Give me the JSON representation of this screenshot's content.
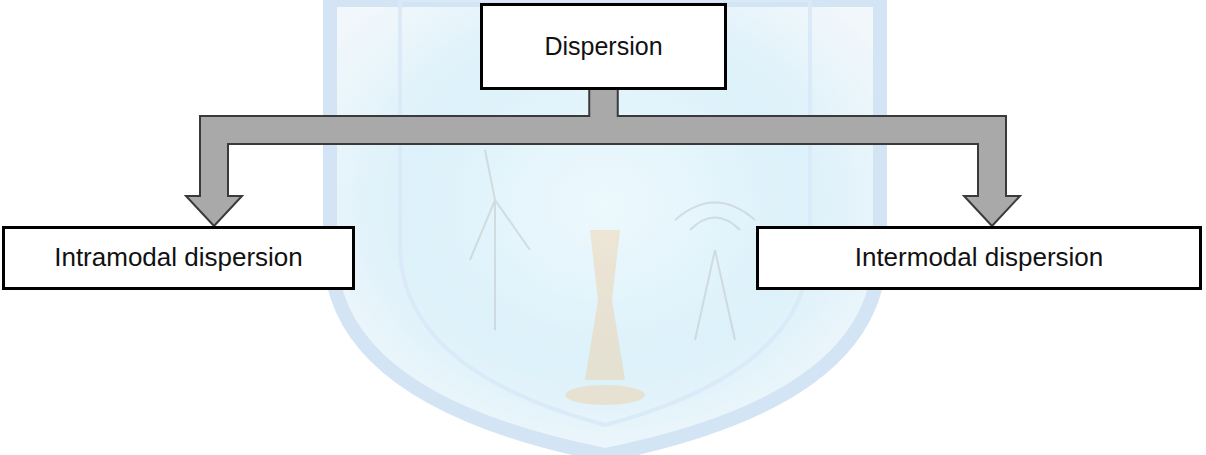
{
  "diagram": {
    "nodes": [
      {
        "text": [
          "Dispersion"
        ]
      },
      {
        "text": [
          "Intramodal dispersion"
        ]
      },
      {
        "text": [
          "Intermodal dispersion"
        ]
      }
    ],
    "edges": [
      {
        "from": 0,
        "to": 1,
        "arrow": "to"
      },
      {
        "from": 0,
        "to": 2,
        "arrow": "to"
      }
    ]
  }
}
